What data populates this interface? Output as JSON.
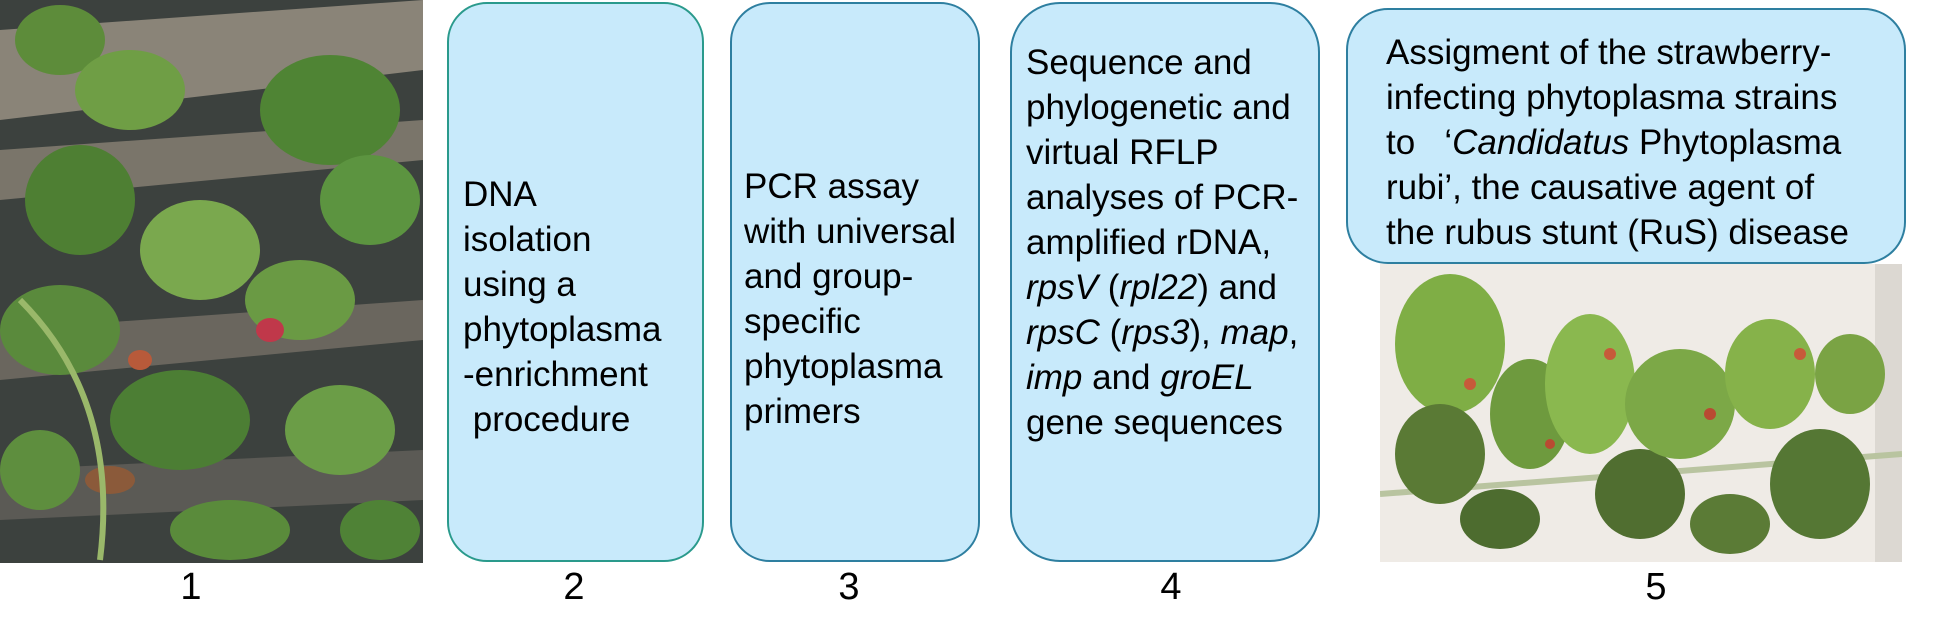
{
  "steps": [
    {
      "number": "1"
    },
    {
      "number": "2",
      "lines": [
        "DNA",
        "isolation",
        "using a",
        "phytoplasma",
        "-enrichment",
        " procedure"
      ]
    },
    {
      "number": "3",
      "lines": [
        "PCR assay",
        "with universal",
        "and group-",
        "specific",
        "phytoplasma",
        "primers"
      ]
    },
    {
      "number": "4",
      "line1": "Sequence and",
      "line2": "phylogenetic and",
      "line3": "virtual RFLP",
      "line4": "analyses of PCR-",
      "line5": "amplified rDNA,",
      "g1": "rpsV",
      "g2": "rpl22",
      "t6": " and",
      "g3": "rpsC",
      "g4": "rps3",
      "g5": "map",
      "g6": "imp",
      "t8": " and ",
      "g7": "groEL",
      "line9": "gene sequences"
    },
    {
      "number": "5",
      "line1": "Assigment of the strawberry-",
      "line2": "infecting phytoplasma strains",
      "line3a": "to   ‘",
      "line3b": "Candidatus",
      "line3c": " Phytoplasma",
      "line4": "rubi’, the causative agent of",
      "line5": "the rubus stunt (RuS) disease"
    }
  ],
  "colors": {
    "box_fill": "#c8eafb",
    "box_border": "#2e7fa0"
  }
}
